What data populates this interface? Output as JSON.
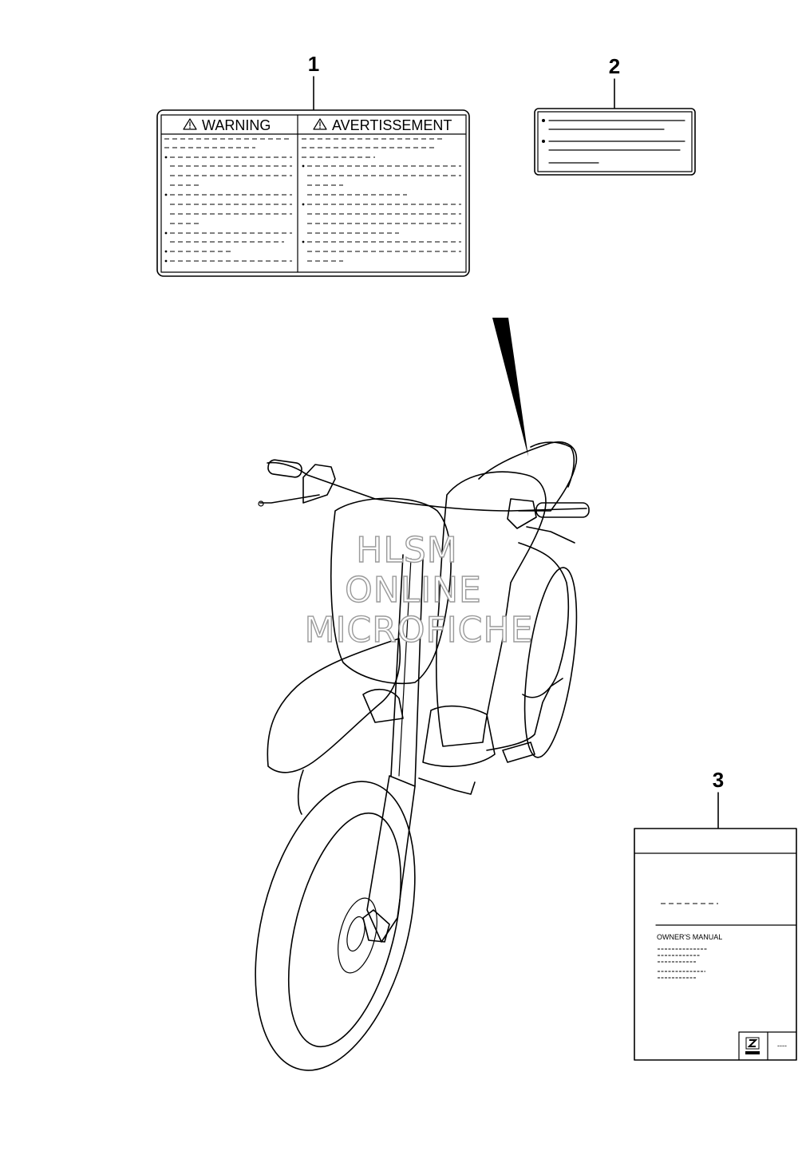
{
  "callouts": [
    "1",
    "2",
    "3"
  ],
  "label1": {
    "left_header": "WARNING",
    "right_header": "AVERTISSEMENT",
    "warning_symbol": "warning-triangle-icon"
  },
  "label3": {
    "title": "OWNER'S MANUAL",
    "dash_code": "----",
    "logo": "suzuki-logo-icon"
  },
  "watermark": [
    "HLSM",
    "ONLINE",
    "MICROFICHE"
  ]
}
